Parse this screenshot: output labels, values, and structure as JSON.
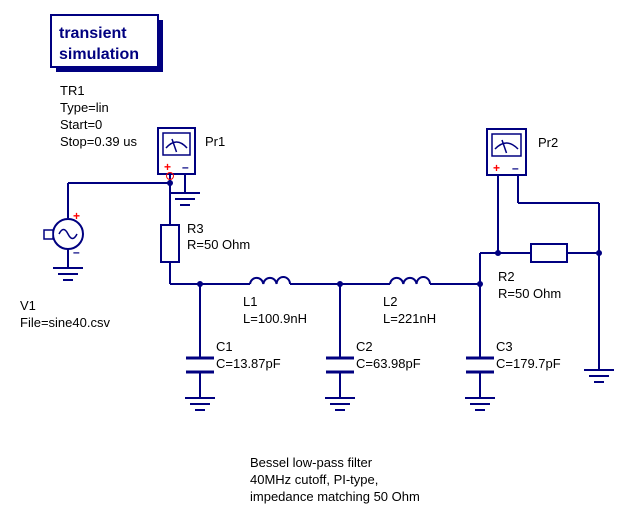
{
  "simulation": {
    "title_line1": "transient",
    "title_line2": "simulation",
    "name": "TR1",
    "type": "Type=lin",
    "start": "Start=0",
    "stop": "Stop=0.39 us"
  },
  "probes": [
    {
      "name": "Pr1",
      "plus": "+",
      "minus": "–"
    },
    {
      "name": "Pr2",
      "plus": "+",
      "minus": "–"
    }
  ],
  "source": {
    "name": "V1",
    "param": "File=sine40.csv",
    "plus": "+",
    "minus": "–"
  },
  "resistors": [
    {
      "name": "R3",
      "value": "R=50 Ohm"
    },
    {
      "name": "R2",
      "value": "R=50 Ohm"
    }
  ],
  "inductors": [
    {
      "name": "L1",
      "value": "L=100.9nH"
    },
    {
      "name": "L2",
      "value": "L=221nH"
    }
  ],
  "capacitors": [
    {
      "name": "C1",
      "value": "C=13.87pF"
    },
    {
      "name": "C2",
      "value": "C=63.98pF"
    },
    {
      "name": "C3",
      "value": "C=179.7pF"
    }
  ],
  "note": {
    "line1": "Bessel low-pass filter",
    "line2": "40MHz cutoff, PI-type,",
    "line3": "impedance matching 50 Ohm"
  },
  "icons": [
    "ac-voltage-source-icon",
    "ground-icon",
    "voltmeter-probe-icon",
    "resistor-icon",
    "inductor-icon",
    "capacitor-icon",
    "wire-node-icon"
  ],
  "colors": {
    "wire": "#000080",
    "component": "#000080",
    "plus_pin": "#ff0000",
    "label": "#000000",
    "probe_face": "#ffffff"
  }
}
